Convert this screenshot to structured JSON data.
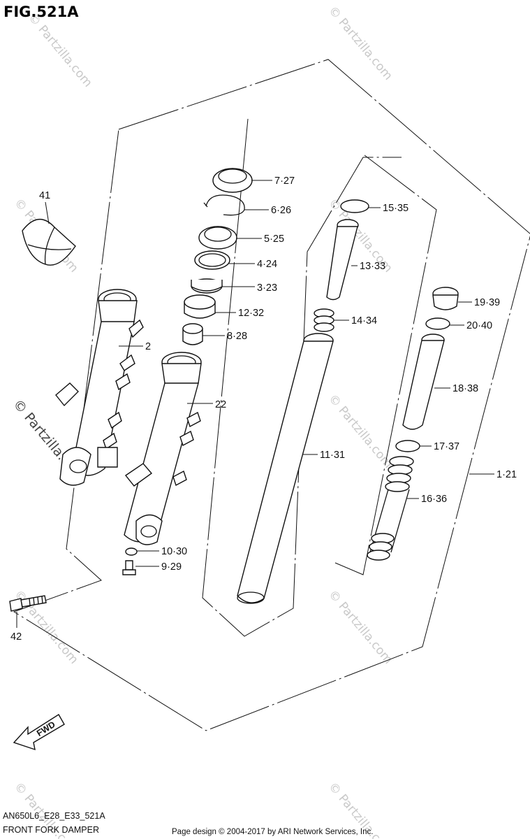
{
  "figure": {
    "title": "FIG.521A",
    "code": "AN650L6_E28_E33_521A",
    "name": "FRONT FORK DAMPER",
    "copyright": "Page design © 2004-2017 by ARI Network Services, Inc.",
    "fwd": "FWD",
    "watermark": "© Partzilla.com"
  },
  "callouts": [
    {
      "id": "c41",
      "label": "41"
    },
    {
      "id": "c2",
      "label": "2"
    },
    {
      "id": "c22",
      "label": "22"
    },
    {
      "id": "c7",
      "label": "7·27"
    },
    {
      "id": "c6",
      "label": "6·26"
    },
    {
      "id": "c5",
      "label": "5·25"
    },
    {
      "id": "c4",
      "label": "4·24"
    },
    {
      "id": "c3",
      "label": "3·23"
    },
    {
      "id": "c12",
      "label": "12·32"
    },
    {
      "id": "c8",
      "label": "8·28"
    },
    {
      "id": "c10",
      "label": "10·30"
    },
    {
      "id": "c9",
      "label": "9·29"
    },
    {
      "id": "c42",
      "label": "42"
    },
    {
      "id": "c15",
      "label": "15·35"
    },
    {
      "id": "c13",
      "label": "13·33"
    },
    {
      "id": "c14",
      "label": "14·34"
    },
    {
      "id": "c11",
      "label": "11·31"
    },
    {
      "id": "c19",
      "label": "19·39"
    },
    {
      "id": "c20",
      "label": "20·40"
    },
    {
      "id": "c18",
      "label": "18·38"
    },
    {
      "id": "c17",
      "label": "17·37"
    },
    {
      "id": "c1",
      "label": "1·21"
    },
    {
      "id": "c16",
      "label": "16·36"
    }
  ]
}
